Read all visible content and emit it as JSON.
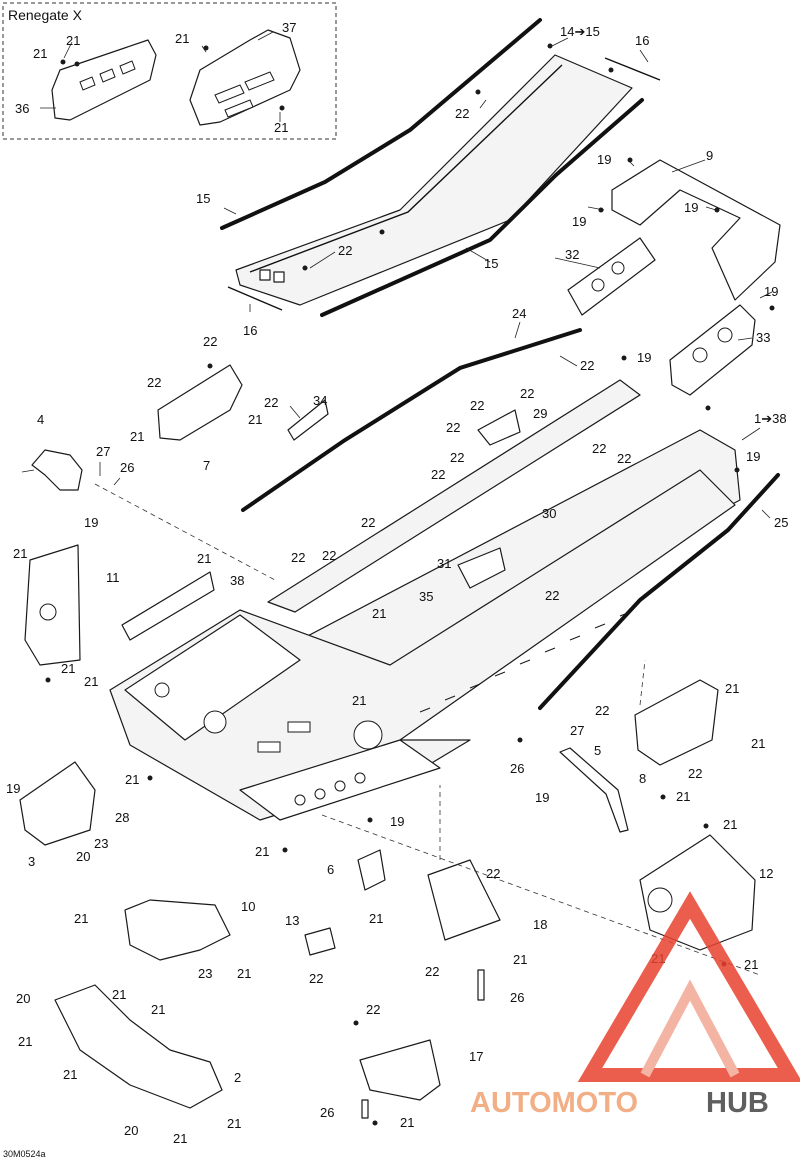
{
  "inset": {
    "title": "Renegate X"
  },
  "figure_code": "30M0524a",
  "watermark": {
    "part1": "AUTOMOTO",
    "part2": "HUB",
    "color_accent": "#e8432f",
    "color_dark": "#444444",
    "color_light": "#f3a894"
  },
  "callouts": [
    "21",
    "21",
    "36",
    "21",
    "37",
    "21",
    "14➔15",
    "16",
    "22",
    "15",
    "15",
    "16",
    "22",
    "9",
    "19",
    "19",
    "19",
    "32",
    "19",
    "33",
    "24",
    "22",
    "19",
    "19",
    "22",
    "22",
    "29",
    "22",
    "22",
    "22",
    "22",
    "22",
    "30",
    "1➔38",
    "19",
    "25",
    "22",
    "22",
    "21",
    "21",
    "7",
    "22",
    "34",
    "4",
    "27",
    "26",
    "19",
    "21",
    "21",
    "11",
    "38",
    "21",
    "21",
    "22",
    "22",
    "22",
    "31",
    "35",
    "22",
    "21",
    "21",
    "21",
    "22",
    "27",
    "5",
    "26",
    "19",
    "21",
    "8",
    "22",
    "21",
    "19",
    "28",
    "23",
    "3",
    "20",
    "21",
    "19",
    "21",
    "6",
    "21",
    "22",
    "18",
    "22",
    "21",
    "26",
    "21",
    "12",
    "21",
    "21",
    "21",
    "10",
    "21",
    "23",
    "21",
    "21",
    "13",
    "22",
    "20",
    "21",
    "21",
    "2",
    "20",
    "21",
    "21",
    "22",
    "17",
    "26",
    "21"
  ]
}
